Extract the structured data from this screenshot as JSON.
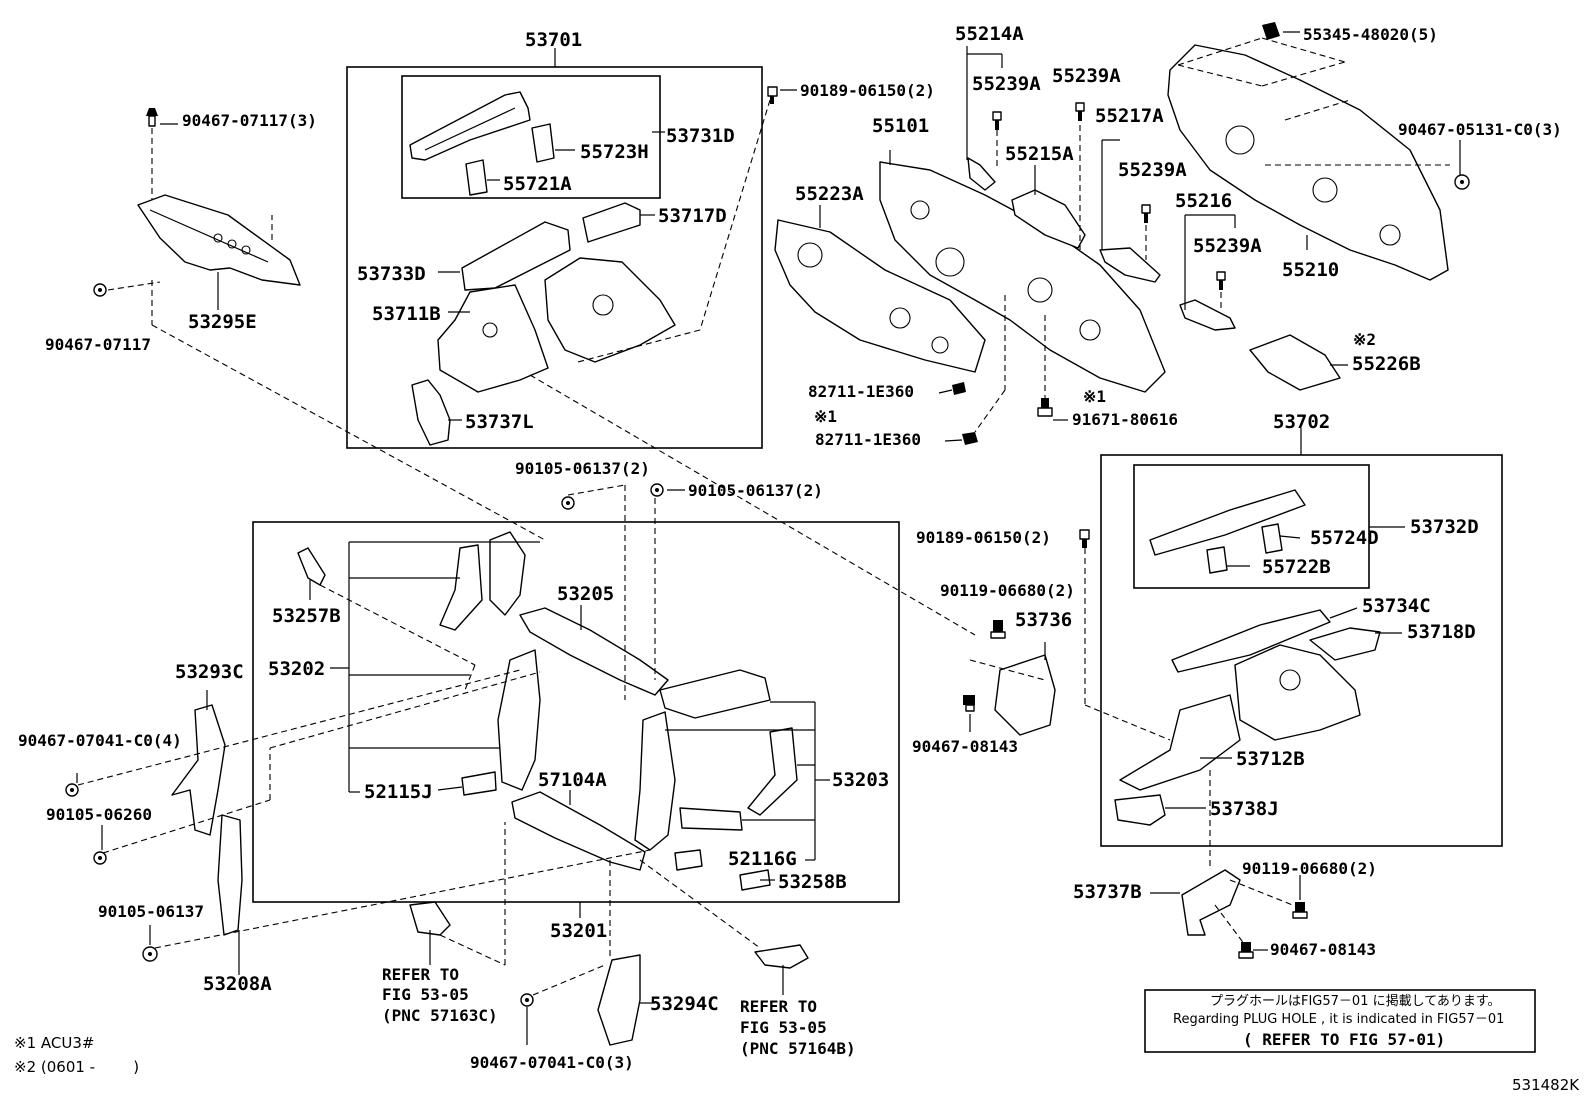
{
  "diagram_id": "531482K",
  "group_labels": {
    "g53701": "53701",
    "g53702": "53702",
    "g55214A": "55214A",
    "g55217A": "55217A",
    "g55216": "55216",
    "g53202": "53202",
    "g53203": "53203",
    "g53201": "53201"
  },
  "parts": {
    "p90467_07117_3": "90467-07117(3)",
    "p53295E": "53295E",
    "p90467_07117": "90467-07117",
    "p55723H": "55723H",
    "p55721A": "55721A",
    "p53731D": "53731D",
    "p53717D": "53717D",
    "p53733D": "53733D",
    "p53711B": "53711B",
    "p53737L": "53737L",
    "p90189_06150_top": "90189-06150(2)",
    "p55239A_1": "55239A",
    "p55239A_2": "55239A",
    "p55239A_3": "55239A",
    "p55239A_4": "55239A",
    "p55101": "55101",
    "p55215A": "55215A",
    "p55223A": "55223A",
    "p82711_a": "82711-1E360",
    "p82711_b": "82711-1E360",
    "p91671": "91671-80616",
    "p55345": "55345-48020(5)",
    "p90467_05131": "90467-05131-C0(3)",
    "p55210": "55210",
    "p55226B": "55226B",
    "p90105_06137_a": "90105-06137(2)",
    "p90105_06137_b": "90105-06137(2)",
    "p53205": "53205",
    "p53257B": "53257B",
    "p53293C": "53293C",
    "p90467_07041_4": "90467-07041-C0(4)",
    "p90105_06260": "90105-06260",
    "p52115J": "52115J",
    "p57104A": "57104A",
    "p52116G": "52116G",
    "p53258B": "53258B",
    "p90105_06137_c": "90105-06137",
    "p53208A": "53208A",
    "p53294C": "53294C",
    "p90467_07041_3": "90467-07041-C0(3)",
    "p90189_06150_mid": "90189-06150(2)",
    "p90119_06680_a": "90119-06680(2)",
    "p53736": "53736",
    "p90467_08143_a": "90467-08143",
    "p55724D": "55724D",
    "p55722B": "55722B",
    "p53732D": "53732D",
    "p53734C": "53734C",
    "p53718D": "53718D",
    "p53712B": "53712B",
    "p53738J": "53738J",
    "p53737B": "53737B",
    "p90119_06680_b": "90119-06680(2)",
    "p90467_08143_b": "90467-08143"
  },
  "marks": {
    "m1_a": "※1",
    "m1_b": "※1",
    "m2": "※2"
  },
  "refer_left": {
    "line1": "REFER TO",
    "line2": "FIG 53-05",
    "line3": "(PNC 57163C)"
  },
  "refer_right": {
    "line1": "REFER TO",
    "line2": "FIG 53-05",
    "line3": "(PNC 57164B)"
  },
  "notes": {
    "note_ja": "プラグホールはFIG57－01 に掲載してあります。",
    "note_en": "Regarding  PLUG HOLE , it is indicated  in  FIG57－01",
    "note_ref": "( REFER TO FIG 57-01)"
  },
  "footnotes": {
    "f1": "※1 ACU3#",
    "f2": "※2 (0601 -        )"
  }
}
